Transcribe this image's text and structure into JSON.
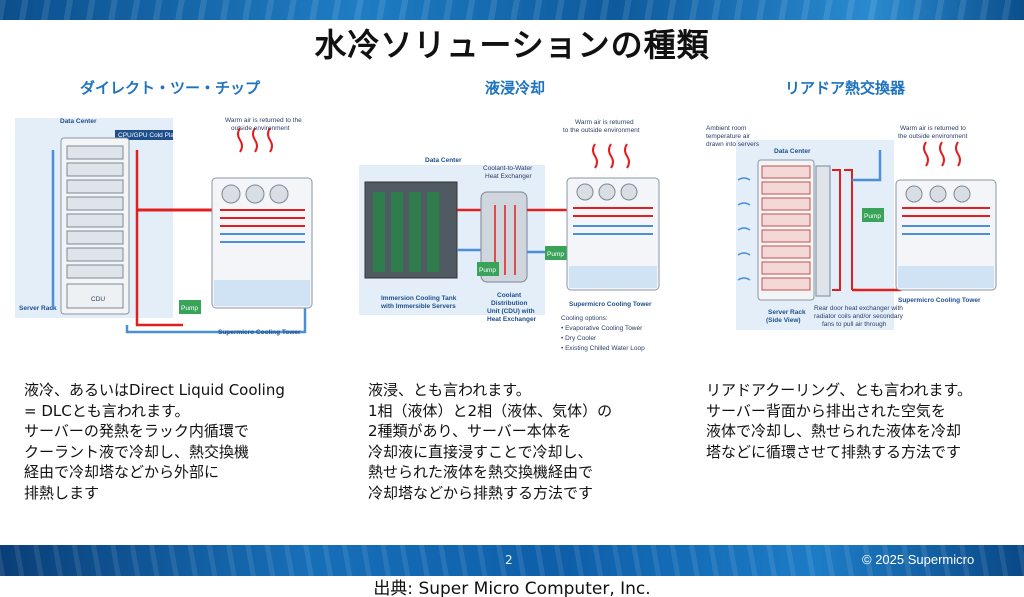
{
  "slide": {
    "title": "水冷ソリューションの種類",
    "page_number": "2",
    "copyright": "© 2025 Supermicro",
    "source": "出典: Super Micro Computer, Inc."
  },
  "sections": [
    {
      "title": "ダイレクト・ツー・チップ",
      "diagram_labels": {
        "data_center": "Data Center",
        "cold_plate": "CPU/GPU Cold Plate",
        "warm_air": [
          "Warm air is returned to the",
          "outside environment"
        ],
        "cdu": "CDU",
        "server_rack": "Server Rack",
        "pump": "Pump",
        "cooling_tower": "Supermicro Cooling Tower"
      },
      "description": [
        "液冷、あるいはDirect Liquid Cooling",
        "= DLCとも言われます。",
        "サーバーの発熱をラック内循環で",
        "クーラント液で冷却し、熱交換機",
        "経由で冷却塔などから外部に",
        "排熱します"
      ]
    },
    {
      "title": "液浸冷却",
      "diagram_labels": {
        "data_center": "Data Center",
        "warm_air": [
          "Warm air is returned",
          "to the outside environment"
        ],
        "heat_exchanger": [
          "Coolant-to-Water",
          "Heat Exchanger"
        ],
        "pump": "Pump",
        "tank": [
          "Immersion Cooling Tank",
          "with Immersible Servers"
        ],
        "cdu": [
          "Coolant",
          "Distribution",
          "Unit (CDU) with",
          "Heat Exchanger"
        ],
        "cooling_tower": "Supermicro Cooling Tower",
        "options_title": "Cooling options:",
        "options": [
          "• Evaporative Cooling Tower",
          "• Dry Cooler",
          "• Existing Chilled Water Loop"
        ]
      },
      "description": [
        "液浸、とも言われます。",
        "1相（液体）と2相（液体、気体）の",
        "2種類があり、サーバー本体を",
        "冷却液に直接浸すことで冷却し、",
        "熱せられた液体を熱交換機経由で",
        "冷却塔などから排熱する方法です"
      ]
    },
    {
      "title": "リアドア熱交換器",
      "diagram_labels": {
        "ambient": [
          "Ambient room",
          "temperature air",
          "drawn into servers"
        ],
        "data_center": "Data Center",
        "warm_air": [
          "Warm air is returned to",
          "the outside environment"
        ],
        "pump": "Pump",
        "server_rack": [
          "Server Rack",
          "(Side View)"
        ],
        "rear_door": [
          "Rear door heat exchanger with",
          "radiator coils and/or secondary",
          "fans to pull air through"
        ],
        "cooling_tower": "Supermicro Cooling Tower"
      },
      "description": [
        "リアドアクーリング、とも言われます。",
        "サーバー背面から排出された空気を",
        "液体で冷却し、熱せられた液体を冷却",
        "塔などに循環させて排熱する方法です"
      ]
    }
  ],
  "colors": {
    "hot_pipe": "#e0201f",
    "cold_pipe": "#4a90d9",
    "pump": "#3aa35a",
    "accent": "#1e73be",
    "panel": "#e4eef8"
  }
}
